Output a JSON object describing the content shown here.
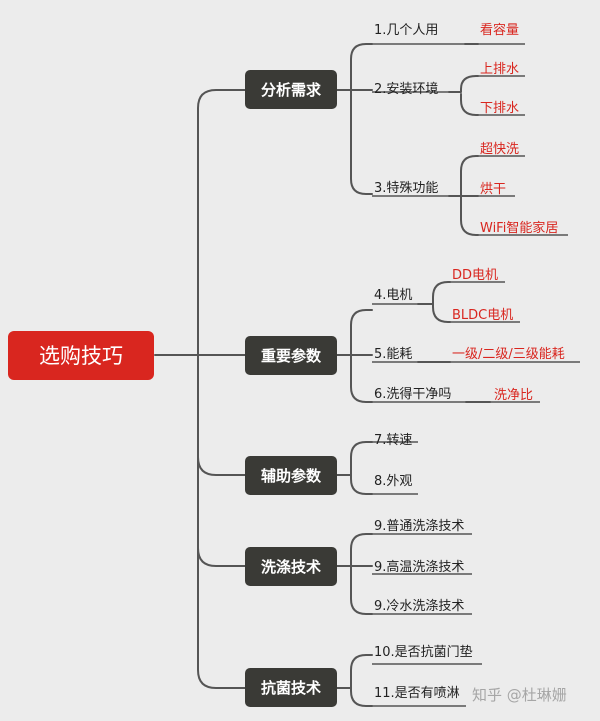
{
  "colors": {
    "background": "#ececec",
    "root_fill": "#d9261f",
    "branch_fill": "#3a3a36",
    "line": "#555555",
    "leaf_text": "#222222",
    "detail_text": "#d9261f"
  },
  "root": {
    "label": "选购技巧"
  },
  "branches": [
    {
      "label": "分析需求",
      "items": [
        {
          "label": "1.几个人用",
          "details": [
            "看容量"
          ]
        },
        {
          "label": "2.安装环境",
          "details": [
            "上排水",
            "下排水"
          ]
        },
        {
          "label": "3.特殊功能",
          "details": [
            "超快洗",
            "烘干",
            "WiFi智能家居"
          ]
        }
      ]
    },
    {
      "label": "重要参数",
      "items": [
        {
          "label": "4.电机",
          "details": [
            "DD电机",
            "BLDC电机"
          ]
        },
        {
          "label": "5.能耗",
          "details": [
            "一级/二级/三级能耗"
          ]
        },
        {
          "label": "6.洗得干净吗",
          "details": [
            "洗净比"
          ]
        }
      ]
    },
    {
      "label": "辅助参数",
      "items": [
        {
          "label": "7.转速",
          "details": []
        },
        {
          "label": "8.外观",
          "details": []
        }
      ]
    },
    {
      "label": "洗涤技术",
      "items": [
        {
          "label": "9.普通洗涤技术",
          "details": []
        },
        {
          "label": "9.高温洗涤技术",
          "details": []
        },
        {
          "label": "9.冷水洗涤技术",
          "details": []
        }
      ]
    },
    {
      "label": "抗菌技术",
      "items": [
        {
          "label": "10.是否抗菌门垫",
          "details": []
        },
        {
          "label": "11.是否有喷淋",
          "details": []
        }
      ]
    }
  ],
  "watermark": "知乎 @杜琳姗"
}
